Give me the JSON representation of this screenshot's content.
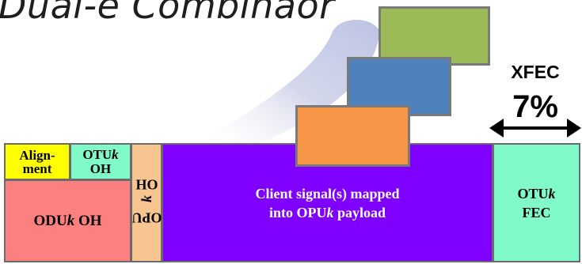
{
  "title": "Dual-e Combinaor",
  "frame": {
    "alignment": [
      "Align-",
      "ment"
    ],
    "otu_oh": [
      "OTU",
      "k",
      "OH"
    ],
    "odu_oh": [
      "ODU",
      "k",
      " OH"
    ],
    "opu_oh": [
      "OPU",
      "k",
      " OH"
    ],
    "payload": [
      "Client signal(s) mapped",
      "into OPU",
      "k",
      " payload"
    ],
    "fec": [
      "OTU",
      "k",
      "FEC"
    ]
  },
  "xfec": {
    "label": "XFEC",
    "percent": "7%"
  },
  "colors": {
    "alignment": "#ffff00",
    "otu_oh": "#7ffac8",
    "odu_oh": "#fc8080",
    "opu_oh": "#f7c590",
    "payload": "#7f00ff",
    "fec": "#7ffac8",
    "client_green": "#9bbb59",
    "client_blue": "#4f81bd",
    "client_orange": "#f79646"
  }
}
